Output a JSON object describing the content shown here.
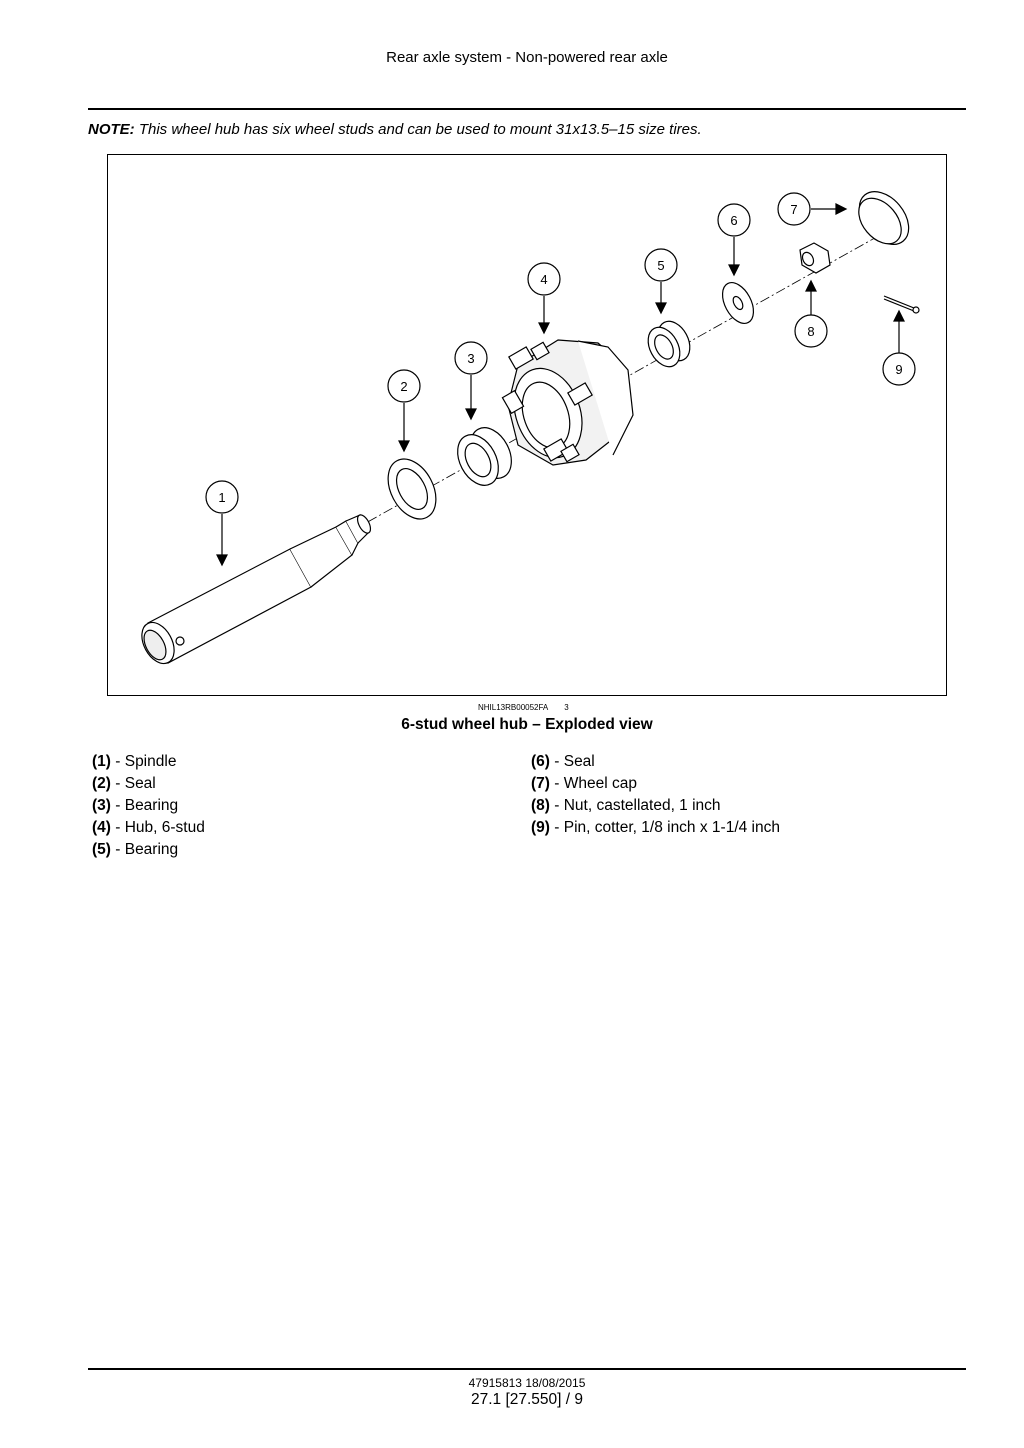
{
  "header": {
    "title": "Rear axle system - Non-powered rear axle"
  },
  "note": {
    "label": "NOTE:",
    "text": " This wheel hub has six wheel studs and can be used to mount 31x13.5–15 size tires."
  },
  "figure": {
    "code": "NHIL13RB00052FA",
    "number": "3",
    "caption": "6-stud wheel hub – Exploded view",
    "callouts": [
      "1",
      "2",
      "3",
      "4",
      "5",
      "6",
      "7",
      "8",
      "9"
    ]
  },
  "legend": {
    "left": [
      {
        "num": "(1)",
        "text": " - Spindle"
      },
      {
        "num": "(2)",
        "text": " - Seal"
      },
      {
        "num": "(3)",
        "text": " - Bearing"
      },
      {
        "num": "(4)",
        "text": " - Hub, 6-stud"
      },
      {
        "num": "(5)",
        "text": " - Bearing"
      }
    ],
    "right": [
      {
        "num": "(6)",
        "text": " - Seal"
      },
      {
        "num": "(7)",
        "text": " - Wheel cap"
      },
      {
        "num": "(8)",
        "text": " - Nut, castellated, 1 inch"
      },
      {
        "num": "(9)",
        "text": " - Pin, cotter, 1/8 inch x 1-1/4 inch"
      }
    ]
  },
  "footer": {
    "doc": "47915813 18/08/2015",
    "page": "27.1 [27.550] / 9"
  }
}
